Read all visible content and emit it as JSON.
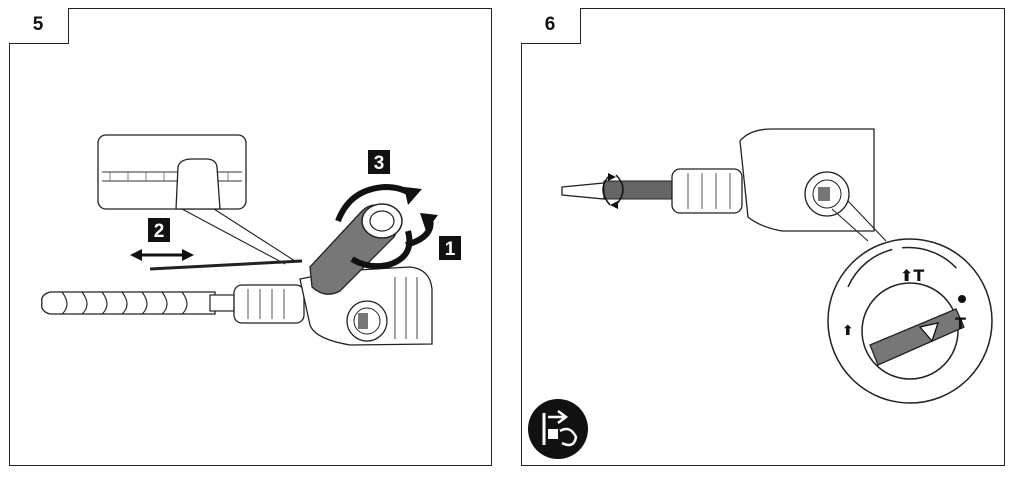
{
  "panels": [
    {
      "number": "5",
      "callouts": {
        "rotate": "1",
        "adjust": "2",
        "tighten": "3"
      }
    },
    {
      "number": "6",
      "mode_selector": {
        "drill_hammer": "⬆T",
        "hammer_only": "T",
        "drill_only": "⬆"
      }
    }
  ],
  "icons": [
    "hammer-drill-icon",
    "depth-stop-icon",
    "screwdriver-bit-icon",
    "unplug-warning-icon"
  ],
  "colors": {
    "line": "#222222",
    "callout_fill": "#111111",
    "hammer_grey": "#777777"
  }
}
